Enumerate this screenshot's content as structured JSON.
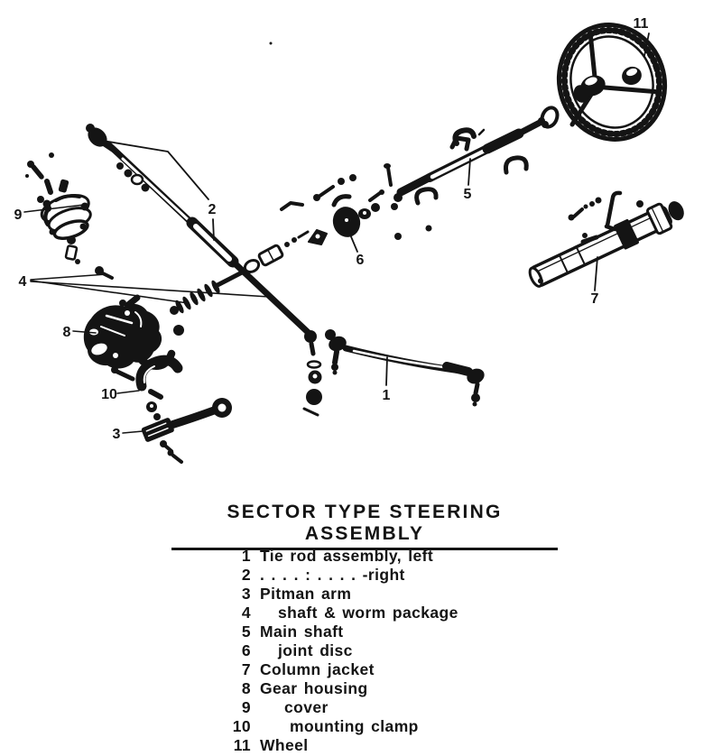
{
  "title": "SECTOR TYPE STEERING ASSEMBLY",
  "legend": {
    "items": [
      {
        "num": "1",
        "label": "Tie rod assembly, left"
      },
      {
        "num": "2",
        "label": ". . . . : . . . .  -right"
      },
      {
        "num": "3",
        "label": "Pitman arm"
      },
      {
        "num": "4",
        "label": "shaft & worm package"
      },
      {
        "num": "5",
        "label": "Main shaft"
      },
      {
        "num": "6",
        "label": "joint disc"
      },
      {
        "num": "7",
        "label": "Column jacket"
      },
      {
        "num": "8",
        "label": "Gear housing"
      },
      {
        "num": "9",
        "label": "cover"
      },
      {
        "num": "10",
        "label": "mounting clamp"
      },
      {
        "num": "11",
        "label": "Wheel"
      }
    ]
  },
  "diagram": {
    "callouts": [
      {
        "num": "1",
        "part": "tie rod assembly, left"
      },
      {
        "num": "2",
        "part": "tie rod assembly, right"
      },
      {
        "num": "3",
        "part": "pitman arm"
      },
      {
        "num": "4",
        "part": "shaft & worm package"
      },
      {
        "num": "5",
        "part": "main shaft"
      },
      {
        "num": "6",
        "part": "joint disc"
      },
      {
        "num": "7",
        "part": "column jacket"
      },
      {
        "num": "8",
        "part": "gear housing"
      },
      {
        "num": "9",
        "part": "cover"
      },
      {
        "num": "10",
        "part": "mounting clamp"
      },
      {
        "num": "11",
        "part": "wheel"
      }
    ]
  },
  "colors": {
    "ink": "#141414",
    "paper": "#ffffff"
  }
}
